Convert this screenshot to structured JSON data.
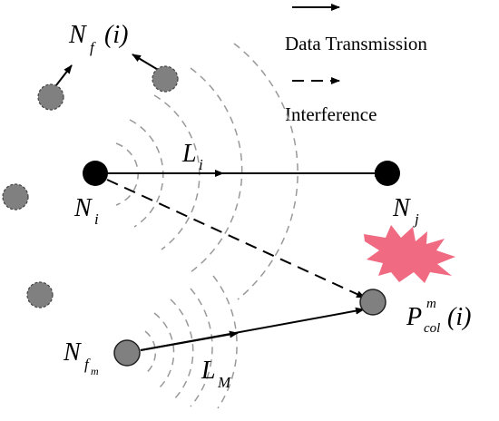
{
  "legend": {
    "solid_label": "Data Transmission",
    "dashed_label": "Interference"
  },
  "labels": {
    "nf_main": "N",
    "nf_sub": "f",
    "nf_paren": "(i)",
    "ni_main": "N",
    "ni_sub": "i",
    "nj_main": "N",
    "nj_sub": "j",
    "li_main": "L",
    "li_sub": "i",
    "nfm_main": "N",
    "nfm_sub": "f",
    "nfm_subsub": "m",
    "lm_main": "L",
    "lm_sub": "M",
    "pcol_main": "P",
    "pcol_sup": "m",
    "pcol_sub": "col",
    "pcol_paren": "(i)"
  },
  "colors": {
    "transmitting_node": "#000000",
    "neighbor_node": "#808080",
    "collision_burst": "#f06a82",
    "wave_arcs": "#999999"
  }
}
